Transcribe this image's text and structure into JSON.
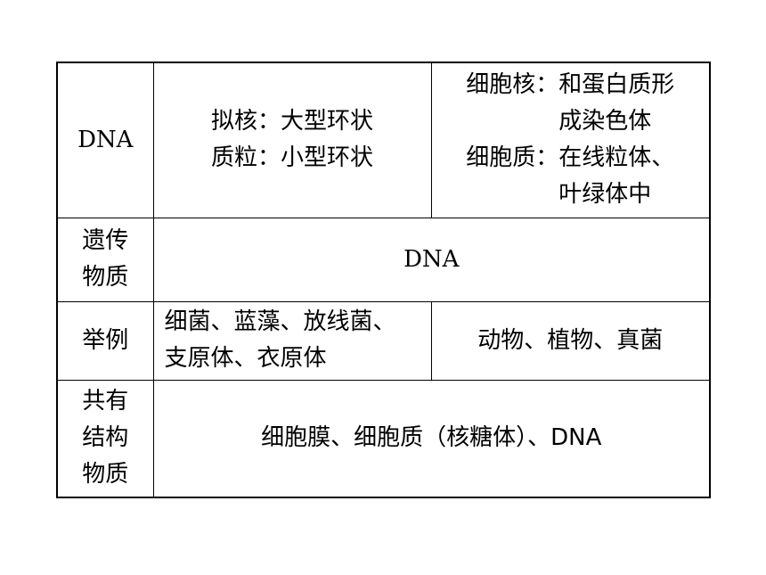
{
  "table": {
    "rows": [
      {
        "label": [
          "DNA"
        ],
        "prokaryote": [
          "拟核：大型环状",
          "质粒：小型环状"
        ],
        "eukaryote": [
          {
            "key": "细胞核：",
            "lines": [
              "和蛋白质形",
              "成染色体"
            ]
          },
          {
            "key": "细胞质：",
            "lines": [
              "在线粒体、",
              "叶绿体中"
            ]
          }
        ]
      },
      {
        "label": [
          "遗传",
          "物质"
        ],
        "shared": "DNA"
      },
      {
        "label": [
          "举例"
        ],
        "prokaryote": [
          "细菌、蓝藻、放线菌、",
          "支原体、衣原体"
        ],
        "eukaryote_text": "动物、植物、真菌"
      },
      {
        "label": [
          "共有",
          "结构",
          "物质"
        ],
        "shared": "细胞膜、细胞质（核糖体）、DNA"
      }
    ]
  }
}
